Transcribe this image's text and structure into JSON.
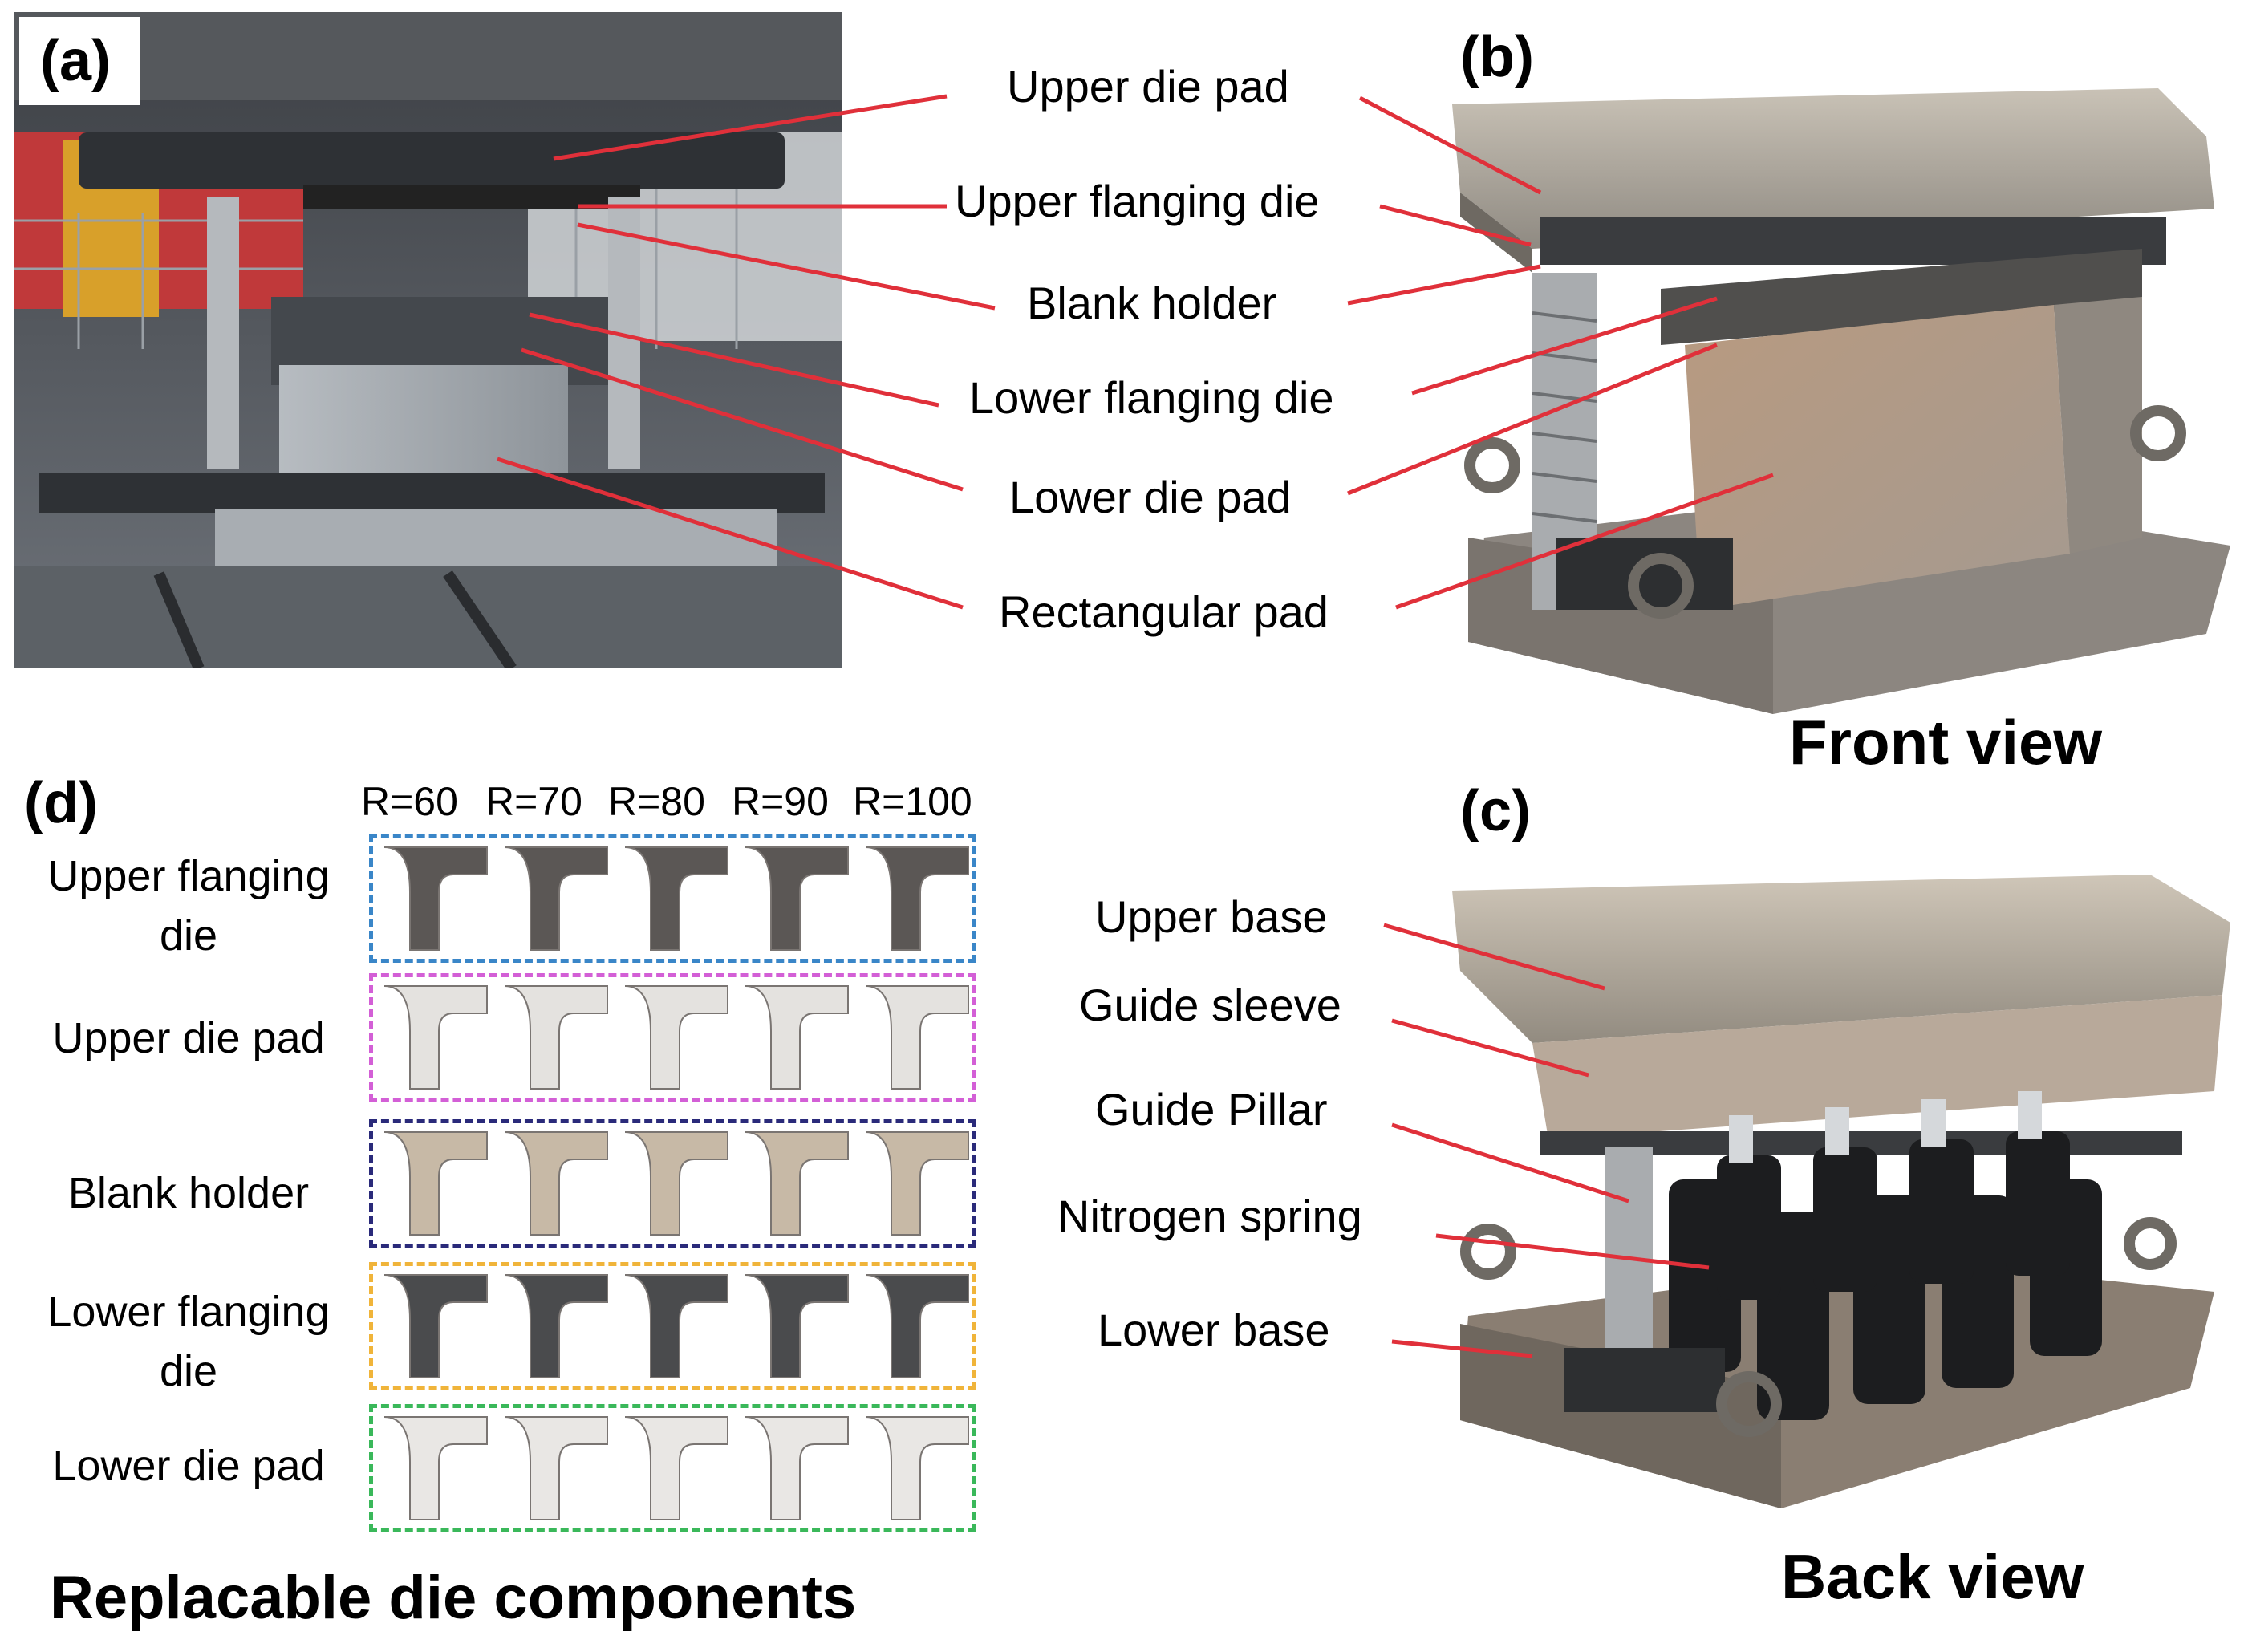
{
  "panels": {
    "a": "(a)",
    "b": "(b)",
    "c": "(c)",
    "d": "(d)"
  },
  "front_labels": [
    "Upper die pad",
    "Upper flanging die",
    "Blank holder",
    "Lower flanging die",
    "Lower die pad",
    "Rectangular pad"
  ],
  "front_caption": "Front view",
  "back_labels": [
    "Upper base",
    "Guide sleeve",
    "Guide Pillar",
    "Nitrogen spring",
    "Lower base"
  ],
  "back_caption": "Back view",
  "grid": {
    "radii": [
      "R=60",
      "R=70",
      "R=80",
      "R=90",
      "R=100"
    ],
    "rows": [
      {
        "label_l1": "Upper flanging",
        "label_l2": "die",
        "color": "#3a86c8"
      },
      {
        "label_l1": "Upper die pad",
        "label_l2": "",
        "color": "#d35fd6"
      },
      {
        "label_l1": "Blank holder",
        "label_l2": "",
        "color": "#2a2a7a"
      },
      {
        "label_l1": "Lower flanging",
        "label_l2": "die",
        "color": "#f0b43a"
      },
      {
        "label_l1": "Lower die pad",
        "label_l2": "",
        "color": "#3ab85a"
      }
    ],
    "caption": "Replacable die components"
  },
  "leader_color": "#e0303a"
}
